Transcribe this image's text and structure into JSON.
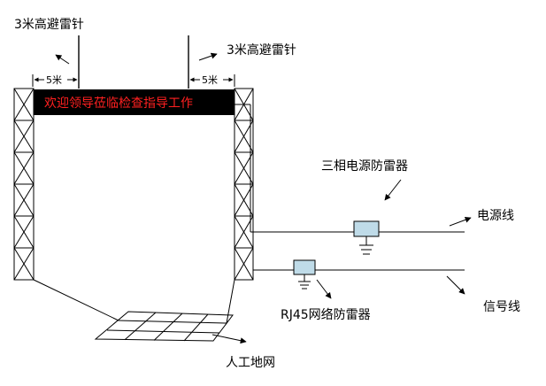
{
  "labels": {
    "lightning_rod_left": "3米高避雷针",
    "lightning_rod_right": "3米高避雷针",
    "offset_left": "5米",
    "offset_right": "5米",
    "led_screen_text": "欢迎领导莅临检查指导工作",
    "power_surge_protector": "三相电源防雷器",
    "power_line": "电源线",
    "signal_line": "信号线",
    "rj45_surge_protector": "RJ45网络防雷器",
    "ground_grid": "人工地网"
  },
  "colors": {
    "led_background": "#000000",
    "led_text": "#ff2020",
    "protector_fill": "#bfdbe8",
    "line": "#000000"
  }
}
